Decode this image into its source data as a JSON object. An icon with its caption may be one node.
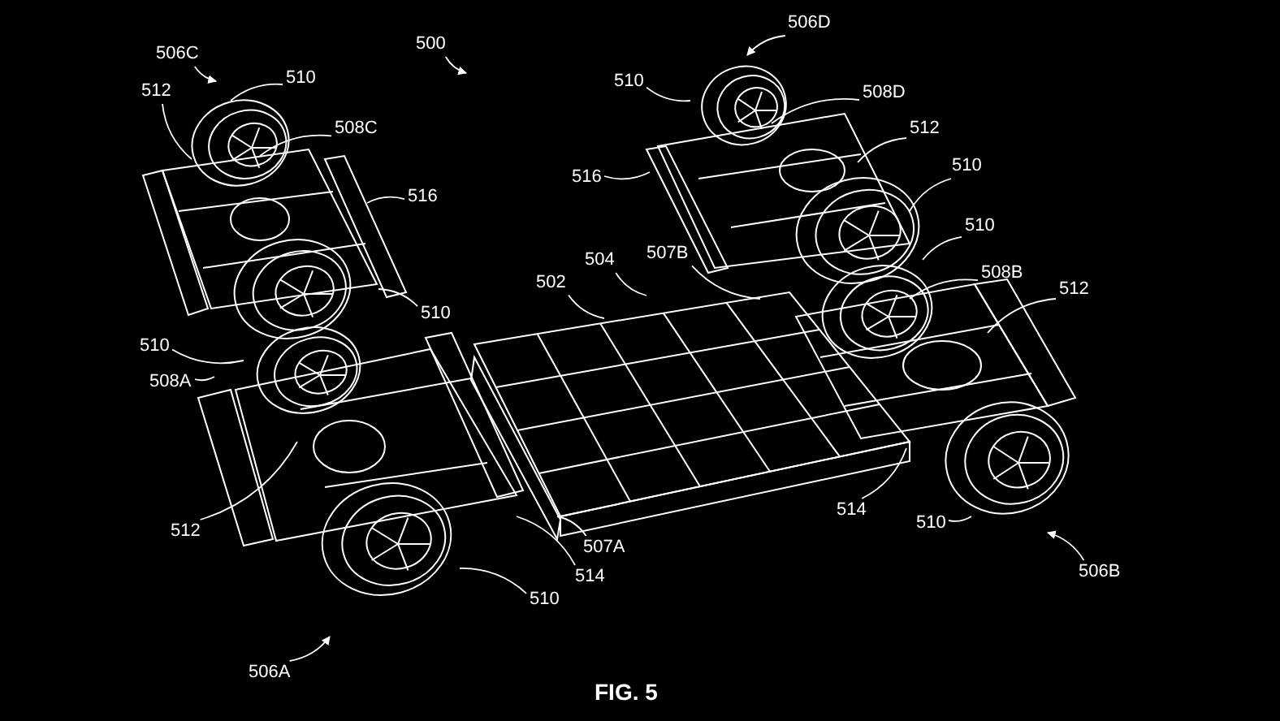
{
  "diagram": {
    "caption": "FIG. 5",
    "nodes": [
      {
        "text": [
          "506C"
        ]
      },
      {
        "text": [
          "500"
        ]
      },
      {
        "text": [
          "510"
        ]
      },
      {
        "text": [
          "512"
        ]
      },
      {
        "text": [
          "508C"
        ]
      },
      {
        "text": [
          "516"
        ]
      },
      {
        "text": [
          "510"
        ]
      },
      {
        "text": [
          "510"
        ]
      },
      {
        "text": [
          "508A"
        ]
      },
      {
        "text": [
          "512"
        ]
      },
      {
        "text": [
          "514"
        ]
      },
      {
        "text": [
          "510"
        ]
      },
      {
        "text": [
          "506A"
        ]
      },
      {
        "text": [
          "502"
        ]
      },
      {
        "text": [
          "504"
        ]
      },
      {
        "text": [
          "506D"
        ]
      },
      {
        "text": [
          "510"
        ]
      },
      {
        "text": [
          "508D"
        ]
      },
      {
        "text": [
          "512"
        ]
      },
      {
        "text": [
          "516"
        ]
      },
      {
        "text": [
          "510"
        ]
      },
      {
        "text": [
          "510"
        ]
      },
      {
        "text": [
          "507B"
        ]
      },
      {
        "text": [
          "508B"
        ]
      },
      {
        "text": [
          "512"
        ]
      },
      {
        "text": [
          "507A"
        ]
      },
      {
        "text": [
          "514"
        ]
      },
      {
        "text": [
          "510"
        ]
      },
      {
        "text": [
          "506B"
        ]
      }
    ],
    "edges": [
      {
        "from": 0,
        "to": null,
        "arrow": "to"
      },
      {
        "from": 1,
        "to": null,
        "arrow": "to"
      },
      {
        "from": 2,
        "to": null,
        "arrow": "none"
      },
      {
        "from": 3,
        "to": null,
        "arrow": "none"
      },
      {
        "from": 4,
        "to": null,
        "arrow": "none"
      },
      {
        "from": 5,
        "to": null,
        "arrow": "none"
      },
      {
        "from": 6,
        "to": null,
        "arrow": "none"
      },
      {
        "from": 7,
        "to": null,
        "arrow": "none"
      },
      {
        "from": 8,
        "to": null,
        "arrow": "none"
      },
      {
        "from": 9,
        "to": null,
        "arrow": "none"
      },
      {
        "from": 10,
        "to": null,
        "arrow": "none"
      },
      {
        "from": 11,
        "to": null,
        "arrow": "none"
      },
      {
        "from": 12,
        "to": null,
        "arrow": "to"
      },
      {
        "from": 13,
        "to": null,
        "arrow": "none"
      },
      {
        "from": 14,
        "to": null,
        "arrow": "none"
      },
      {
        "from": 15,
        "to": null,
        "arrow": "to"
      },
      {
        "from": 16,
        "to": null,
        "arrow": "none"
      },
      {
        "from": 17,
        "to": null,
        "arrow": "none"
      },
      {
        "from": 18,
        "to": null,
        "arrow": "none"
      },
      {
        "from": 19,
        "to": null,
        "arrow": "none"
      },
      {
        "from": 20,
        "to": null,
        "arrow": "none"
      },
      {
        "from": 21,
        "to": null,
        "arrow": "none"
      },
      {
        "from": 22,
        "to": null,
        "arrow": "none"
      },
      {
        "from": 23,
        "to": null,
        "arrow": "none"
      },
      {
        "from": 24,
        "to": null,
        "arrow": "none"
      },
      {
        "from": 25,
        "to": null,
        "arrow": "none"
      },
      {
        "from": 26,
        "to": null,
        "arrow": "none"
      },
      {
        "from": 27,
        "to": null,
        "arrow": "none"
      },
      {
        "from": 28,
        "to": null,
        "arrow": "to"
      }
    ]
  }
}
